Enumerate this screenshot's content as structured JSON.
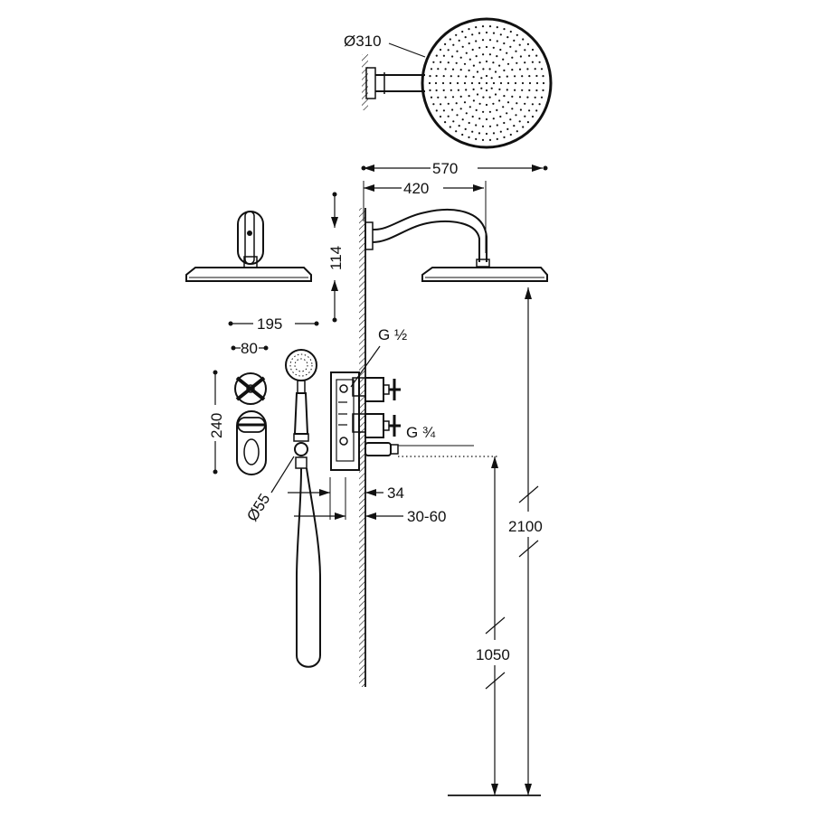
{
  "dimensions": {
    "head_diameter": "Ø310",
    "total_width": "570",
    "arm_reach": "420",
    "head_height": "114",
    "plate_width": "195",
    "handle_width": "80",
    "plate_height": "240",
    "hand_shower_diameter": "Ø55",
    "valve_projection": "34",
    "wall_recess": "30-60",
    "inlet_top": "G ½",
    "inlet_bottom": "G ¾",
    "head_mount_height": "2100",
    "valve_height": "1050"
  },
  "colors": {
    "line": "#111111",
    "background": "#ffffff"
  }
}
